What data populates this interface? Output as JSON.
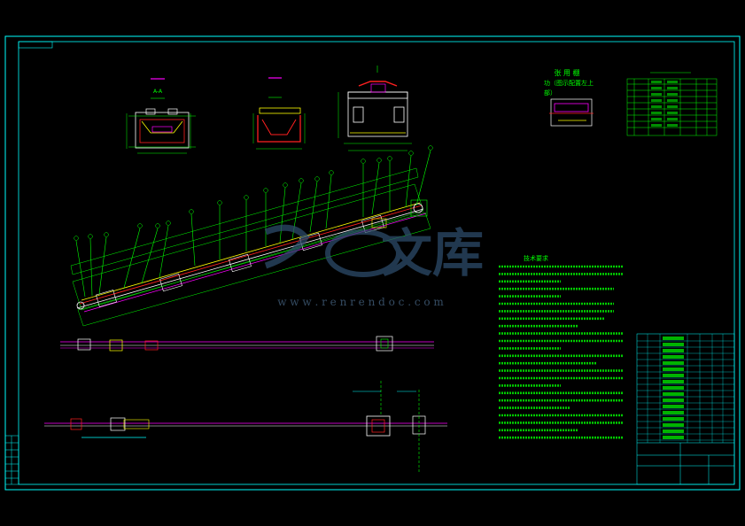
{
  "drawing": {
    "background": "#000000",
    "frame_color": "#00ffff",
    "line_green": "#00ff00",
    "line_red": "#ff2020",
    "line_magenta": "#ff00ff",
    "line_yellow": "#ffff00",
    "line_white": "#ffffff"
  },
  "views": {
    "left_section_label": "A-A",
    "side_note_title": "张 用 棚",
    "side_note_line1": "功（图示配置左上",
    "side_note_line2": "部）"
  },
  "notes": {
    "title": "技术要求",
    "item_count": 24
  },
  "watermark": {
    "brand": "文库",
    "url": "w w w . r e n r e n d o c . c o m"
  }
}
